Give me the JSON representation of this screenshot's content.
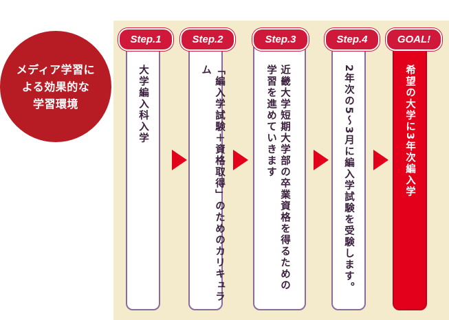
{
  "intro": {
    "text": "メディア学習に\nよる効果的な\n学習環境"
  },
  "steps": [
    {
      "badge": "Step.1",
      "text": "大学編入科入学"
    },
    {
      "badge": "Step.2",
      "text": "「編入学試験＋資格取得」のためのカリキュラム"
    },
    {
      "badge": "Step.3",
      "text": "近畿大学短期大学部の卒業資格を得るための\n学習を進めていきます"
    },
    {
      "badge": "Step.4",
      "text": "2年次の5～3月に編入学試験を受験します。"
    }
  ],
  "goal": {
    "badge": "GOAL!",
    "text": "希望の大学に3年次編入学"
  },
  "colors": {
    "accent_red": "#e2001a",
    "circle_red": "#b71c25",
    "band": "#f3ebcc",
    "step_border": "#8a6a9f"
  }
}
